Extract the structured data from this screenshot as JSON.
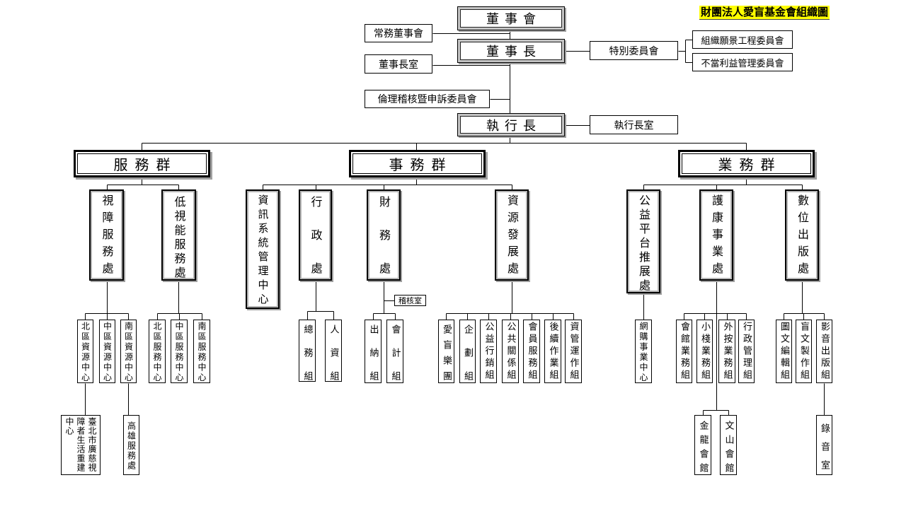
{
  "title": "財團法人愛盲基金會組織圖",
  "board": {
    "board_of_directors": "董事會",
    "standing_board": "常務董事會",
    "chairman": "董事長",
    "chairman_office": "董事長室",
    "special_committee": "特別委員會",
    "committees": [
      "組織願景工程委員會",
      "不當利益管理委員會"
    ],
    "ethics_committee": "倫理稽核暨申訴委員會",
    "ceo": "執行長",
    "ceo_office": "執行長室"
  },
  "groups": {
    "service": {
      "label": "服務群",
      "divisions": [
        {
          "label": "視障服務處",
          "units": [
            "北區資源中心",
            "中區資源中心",
            "南區資源中心"
          ],
          "sub_units": [
            "臺北市廣慈視障者生活重建中心",
            "高雄服務處"
          ]
        },
        {
          "label": "低視能服務處",
          "units": [
            "北區服務中心",
            "中區服務中心",
            "南區服務中心"
          ]
        }
      ]
    },
    "affairs": {
      "label": "事務群",
      "divisions": [
        {
          "label": "資訊系統管理中心"
        },
        {
          "label": "行政處",
          "units": [
            "總務組",
            "人資組"
          ]
        },
        {
          "label": "財務處",
          "audit": "稽核室",
          "units": [
            "出納組",
            "會計組"
          ]
        },
        {
          "label": "資源發展處",
          "units": [
            "愛盲樂團",
            "企劃組",
            "公益行銷組",
            "公共關係組",
            "會員服務組",
            "後續作業組",
            "資管運作組"
          ]
        }
      ]
    },
    "business": {
      "label": "業務群",
      "divisions": [
        {
          "label": "公益平台推展處",
          "units": [
            "網購事業中心"
          ]
        },
        {
          "label": "護康事業處",
          "units": [
            "會館業務組",
            "小棧業務組",
            "外按業務組",
            "行政管理組"
          ],
          "sub_units": [
            "金龍會館",
            "文山會館"
          ]
        },
        {
          "label": "數位出版處",
          "units": [
            "圖文編輯組",
            "盲文製作組",
            "影音出版組"
          ],
          "sub_units": [
            "錄音室"
          ]
        }
      ]
    }
  }
}
